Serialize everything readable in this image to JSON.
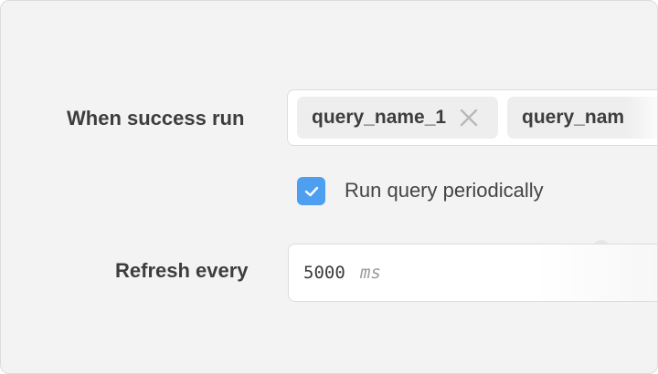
{
  "form": {
    "success_label": "When success run",
    "tags": [
      {
        "label": "query_name_1",
        "removable": true
      },
      {
        "label": "query_nam",
        "removable": false
      }
    ],
    "periodic_checkbox": {
      "label": "Run query periodically",
      "checked": true
    },
    "refresh_label": "Refresh every",
    "refresh_value": "5000",
    "refresh_unit": "ms"
  },
  "colors": {
    "accent": "#4f9ff0",
    "panel_bg": "#f3f3f3",
    "tag_bg": "#eeeeee"
  },
  "icons": {
    "remove_tag": "close-icon",
    "checked": "checkmark-icon"
  }
}
